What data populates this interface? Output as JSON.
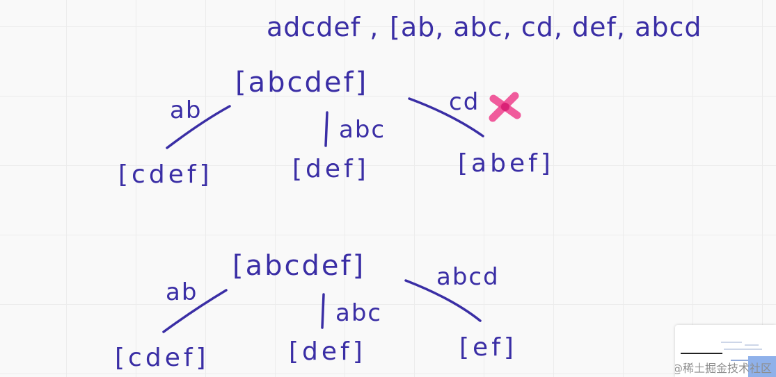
{
  "header": {
    "word": "adcdef ,",
    "dictionary": "[ab, abc, cd, def, abcd"
  },
  "tree1": {
    "root": "[abcdef]",
    "edge_left": "ab",
    "edge_middle": "abc",
    "edge_right": "cd",
    "leaf_left": "[cdef]",
    "leaf_middle": "[def]",
    "leaf_right": "[abef]"
  },
  "tree2": {
    "root": "[abcdef]",
    "edge_left": "ab",
    "edge_middle": "abc",
    "edge_right": "abcd",
    "leaf_left": "[cdef]",
    "leaf_middle": "[def]",
    "leaf_right": "[ef]"
  },
  "marks": {
    "rejected_icon": "cross-mark-icon",
    "rejected_color": "#ee3f8c"
  },
  "watermark": {
    "text": "@稀土掘金技术社区"
  },
  "colors": {
    "ink": "#3a2ea5",
    "background": "#f9f9f9",
    "grid": "#ececec"
  }
}
